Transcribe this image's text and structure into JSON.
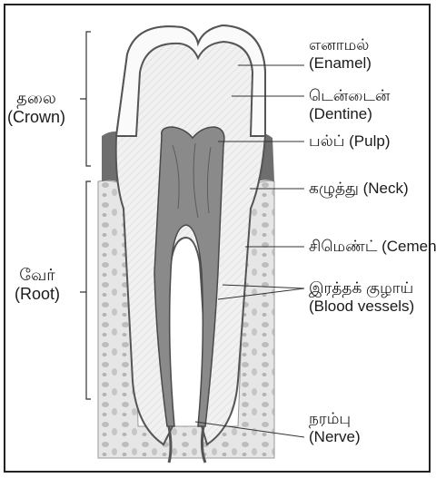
{
  "labels": {
    "enamel": {
      "ta": "எனாமல்",
      "en": "(Enamel)"
    },
    "dentine": {
      "ta": "டென்டைன்",
      "en": "(Dentine)"
    },
    "pulp": {
      "text": "பல்ப் (Pulp)"
    },
    "neck": {
      "text": "கழுத்து (Neck)"
    },
    "cement": {
      "text": "சிமெண்ட் (Cement)"
    },
    "blood_vessels": {
      "ta": "இரத்தக் குழாய்",
      "en": "(Blood vessels)"
    },
    "nerve": {
      "ta": "நரம்பு",
      "en": "(Nerve)"
    },
    "crown": {
      "ta": "தலை",
      "en": "(Crown)"
    },
    "root": {
      "ta": "வேர்",
      "en": "(Root)"
    }
  }
}
